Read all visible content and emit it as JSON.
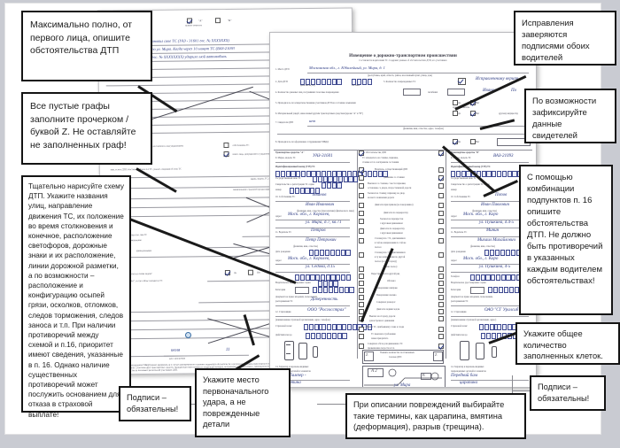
{
  "document": {
    "form_title": "Извещение о дорожно-транспортном происшествии",
    "form_subtitle": "Составляется водителями ТС. Содержит данные об обстоятельствах ДТП, его участниках",
    "form_corner_note": "(форма бланка)",
    "fields": [
      {
        "no": "1",
        "label": "Место ДТП",
        "value": "Московская обл., г. Юбилейный, ул. Мира, д. 1"
      },
      {
        "no": "2",
        "label": "Дата ДТП",
        "value": "01 09 2015"
      },
      {
        "no": "3",
        "label": "Количество раненых лиц, получивших телесные повреждения",
        "value": "нет"
      },
      {
        "no": "4",
        "label": "Проводилось ли освидетельствование участников ДТП на состояние опьянения",
        "value": "нет"
      },
      {
        "no": "5",
        "label": "Материальный ущерб, нанесенный другим транспортным средствам (кроме \"А\" и \"В\")",
        "value": "нет"
      },
      {
        "no": "6",
        "label": "Свидетели ДТП",
        "value": "нет"
      },
      {
        "no": "7",
        "label": "Производилось ли оформление сотрудниками ГИБДД",
        "value": "нет"
      },
      {
        "no": "9",
        "label": "Марка, модель ТС",
        "value_a": "УАЗ-31601",
        "value_b": "ВАЗ-21093"
      },
      {
        "no": "10",
        "label": "Собственник ТС",
        "value_a": "Иванов Иван Иванович",
        "value_b": "Попов Иван Павлович"
      },
      {
        "no": "11",
        "label": "Водитель ТС",
        "value_a": "Петров Петр Петрович",
        "value_b": "Минин Михаил Михайлович"
      },
      {
        "no": "12",
        "label": "Страховщик",
        "value_a": "ООО \"Росгосстрах\"",
        "value_b": "ОАО \"СГ Уралсиб\""
      },
      {
        "no": "14",
        "label": "Характер и перечень видимых поврежденных деталей и элементов",
        "value_a": "Задний бампер - вмятина",
        "value_b": "Передний бампер - царапина"
      },
      {
        "no": "15",
        "label": "Замечания",
        "value": "нет"
      },
      {
        "no": "16",
        "label": "Обстоятельства ДТП",
        "value": ""
      },
      {
        "no": "17",
        "label": "Схема ДТП",
        "value": "ул. Мира"
      },
      {
        "no": "18",
        "label": "Подписи водителей, удостоверяющие отсутствие разногласий по п. 14, 15, 16, 17",
        "value_a": "Иванов",
        "value_b": "Попов"
      }
    ],
    "scheme_labels": {
      "street": "ул. Мира",
      "car_a": "А 2",
      "car_b": "А"
    },
    "count_cell_label": "Укажите количество заполненных клеток ДТП",
    "left_page": {
      "checkbox_label_a": "\"А\"",
      "checkbox_label_b": "\"В\"",
      "vehicle_label": "транспортное средство:",
      "circumstances_label": "обстоятельства ДТП",
      "circumstances_text": "Остановил свое ТС (УАЗ - 31601 гос. № ХХХХХХХХ) по ул. Мира. Когда через 10 минут ТС (ВАЗ-21093 гос. № ХХХХХХХХ) ударило мой автомобиль",
      "q5": "5. Повреждено иное имущество, чем ТС",
      "q5_sub": "Наименование",
      "q6": "6. Может ли ТС передвигаться своим ходом? Да / Нет",
      "q6_sub": "если \"Нет\", то где сейчас находится ТС",
      "q7": "7. Примечание:",
      "sign_day": "01",
      "sign_month": "июля",
      "sign_year": "11",
      "sign_name": "Попов",
      "footnote": "*** ДТП без участия сотрудников ГИБДД может оформляться в случае одновременного наличия следующих обстоятельств: в результате дорожно-транспортного происшествия вред причинен только имуществу; дорожно-транспортное происшествие произошло с участием двух транспортных средств, гражданская ответственность владельцев которых застрахована в соответствии с законодательством об обязательном страховании; обстоятельства причинения вреда в связи с повреждением имущества в результате дорожно-транспортного происшествия, характер и перечень видимых повреждений транспортных средств не вызывают разногласий участников ДТП."
    }
  },
  "callouts": [
    {
      "id": "describe-circumstances",
      "text": "Максимально полно, от первого лица, опишите обстоятельства ДТП"
    },
    {
      "id": "fill-empty-fields",
      "text": "Все пустые графы заполните прочерком / буквой Z. Не оставляйте не заполненных граф!"
    },
    {
      "id": "draw-scheme",
      "text": "Тщательно нарисуйте схему ДТП. Укажите названия улиц, направление движения ТС, их положение во время столкновения и конечное, расположение светофоров, дорожные знаки и их расположение, линии дорожной разметки, а по возможности – расположение и конфигурацию осыпей грязи, осколков, отломков, следов торможения, следов заноса и т.п. При наличии противоречий между схемой и п.16, приоритет имеют сведения, указанные в п. 16. Однако наличие существенных противоречий может послужить основанием для отказа в страховой выплате!"
    },
    {
      "id": "signatures-required-left",
      "text": "Подписи – обязательны!"
    },
    {
      "id": "initial-impact-point",
      "text": "Укажите место первоначального удара, а не поврежденные детали"
    },
    {
      "id": "damage-terms",
      "text": "При описании повреждений выбирайте такие термины, как царапина, вмятина (деформация), разрыв (трещина)."
    },
    {
      "id": "corrections-signed",
      "text": "Исправления заверяются подписями обоих водителей"
    },
    {
      "id": "record-witnesses",
      "text": "По возможности зафиксируйте данные свидетелей"
    },
    {
      "id": "use-p16-combination",
      "text": "С помощью комбинации подпунктов п. 16 опишите обстоятельства ДТП. Не должно быть противоречий в указанных каждым водителем обстоятельствах!"
    },
    {
      "id": "total-cell-count",
      "text": "Укажите общее количество заполненных клеток."
    },
    {
      "id": "signatures-required-right",
      "text": "Подписи – обязательны!"
    }
  ],
  "colors": {
    "page_background": "#c9cbd2",
    "canvas": "#ffffff",
    "callout_border": "#141414",
    "leader_line": "#1a1a1a",
    "handwriting_ink": "#2c3a83"
  }
}
